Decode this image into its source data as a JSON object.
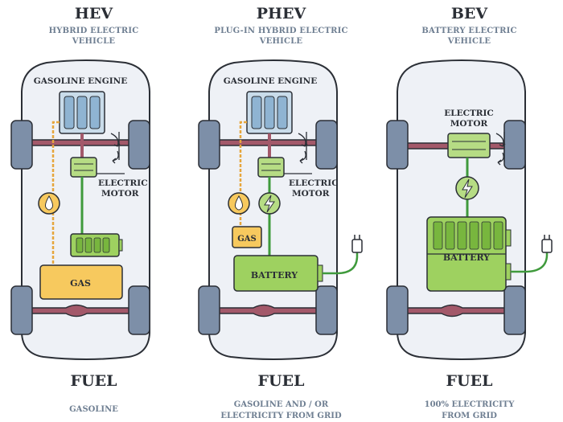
{
  "columns": [
    {
      "title": "HEV",
      "subtitle": [
        "HYBRID ELECTRIC",
        "VEHICLE"
      ],
      "engine_label": "GASOLINE ENGINE",
      "motor_label": [
        "ELECTRIC",
        "MOTOR"
      ],
      "tank_label": "GAS",
      "fuel_heading": "FUEL",
      "fuel_description": [
        "GASOLINE"
      ]
    },
    {
      "title": "PHEV",
      "subtitle": [
        "PLUG-IN HYBRID ELECTRIC",
        "VEHICLE"
      ],
      "engine_label": "GASOLINE ENGINE",
      "motor_label": [
        "ELECTRIC",
        "MOTOR"
      ],
      "tank_label": "GAS",
      "battery_label": "BATTERY",
      "fuel_heading": "FUEL",
      "fuel_description": [
        "GASOLINE AND / OR",
        "ELECTRICITY FROM GRID"
      ]
    },
    {
      "title": "BEV",
      "subtitle": [
        "BATTERY ELECTRIC",
        "VEHICLE"
      ],
      "motor_label": [
        "ELECTRIC",
        "MOTOR"
      ],
      "battery_label": "BATTERY",
      "fuel_heading": "FUEL",
      "fuel_description": [
        "100% ELECTRICITY",
        "FROM GRID"
      ]
    }
  ],
  "colors": {
    "car_body": "#eef1f6",
    "outline": "#2b2f36",
    "axle": "#a3596a",
    "engine": "#c9dcea",
    "motor": "#b6dc84",
    "battery": "#9ed160",
    "gas_tank": "#f7c95e",
    "fuel_line": "#e6a63c",
    "power_line": "#3f9a3c"
  },
  "icons": [
    "fuel-drop-icon",
    "lightning-icon",
    "plug-icon",
    "rotation-arrows-icon"
  ]
}
